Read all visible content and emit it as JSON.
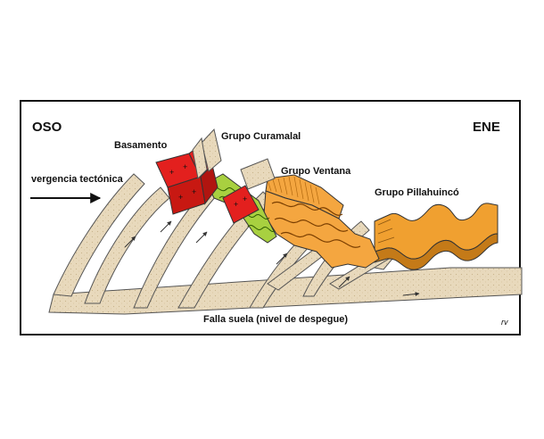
{
  "direction": {
    "west": "OSO",
    "east": "ENE"
  },
  "labels": {
    "vergence": "vergencia tectónica",
    "basement": "Basamento",
    "curamalal": "Grupo Curamalal",
    "ventana": "Grupo Ventana",
    "pillahuinco": "Grupo Pillahuincó",
    "detachment": "Falla suela (nivel de despegue)",
    "signature": "rv"
  },
  "colors": {
    "slab": "#e8d9bc",
    "slab_edge": "#555555",
    "basement": "#e3201e",
    "curamalal": "#a8d040",
    "ventana": "#f4a640",
    "pillahuinco": "#f0a030",
    "pillahuinco_dark": "#c47a18",
    "border": "#111111"
  },
  "icons": {
    "vergence_arrow": "right-arrow-icon",
    "slip_arrow": "small-arrow-icon",
    "basement_marks": "plus-icon"
  }
}
